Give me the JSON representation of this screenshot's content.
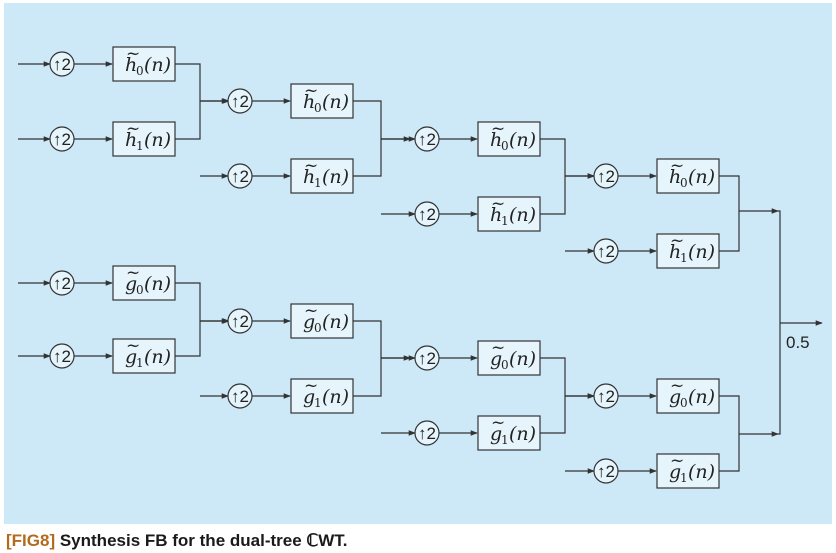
{
  "diagram": {
    "upsampler_label": "↑2",
    "output_gain": "0.5",
    "filters": {
      "h0": {
        "base": "h",
        "sub": "0",
        "arg": "(n)"
      },
      "h1": {
        "base": "h",
        "sub": "1",
        "arg": "(n)"
      },
      "g0": {
        "base": "g",
        "sub": "0",
        "arg": "(n)"
      },
      "g1": {
        "base": "g",
        "sub": "1",
        "arg": "(n)"
      }
    }
  },
  "caption": {
    "tag": "[FIG8]",
    "text": "Synthesis FB for the dual-tree ℂWT."
  },
  "colors": {
    "panel": "#cde9f8",
    "line": "#333333",
    "block_fill": "#e6f4fc",
    "caption_tag": "#b46a1c"
  }
}
